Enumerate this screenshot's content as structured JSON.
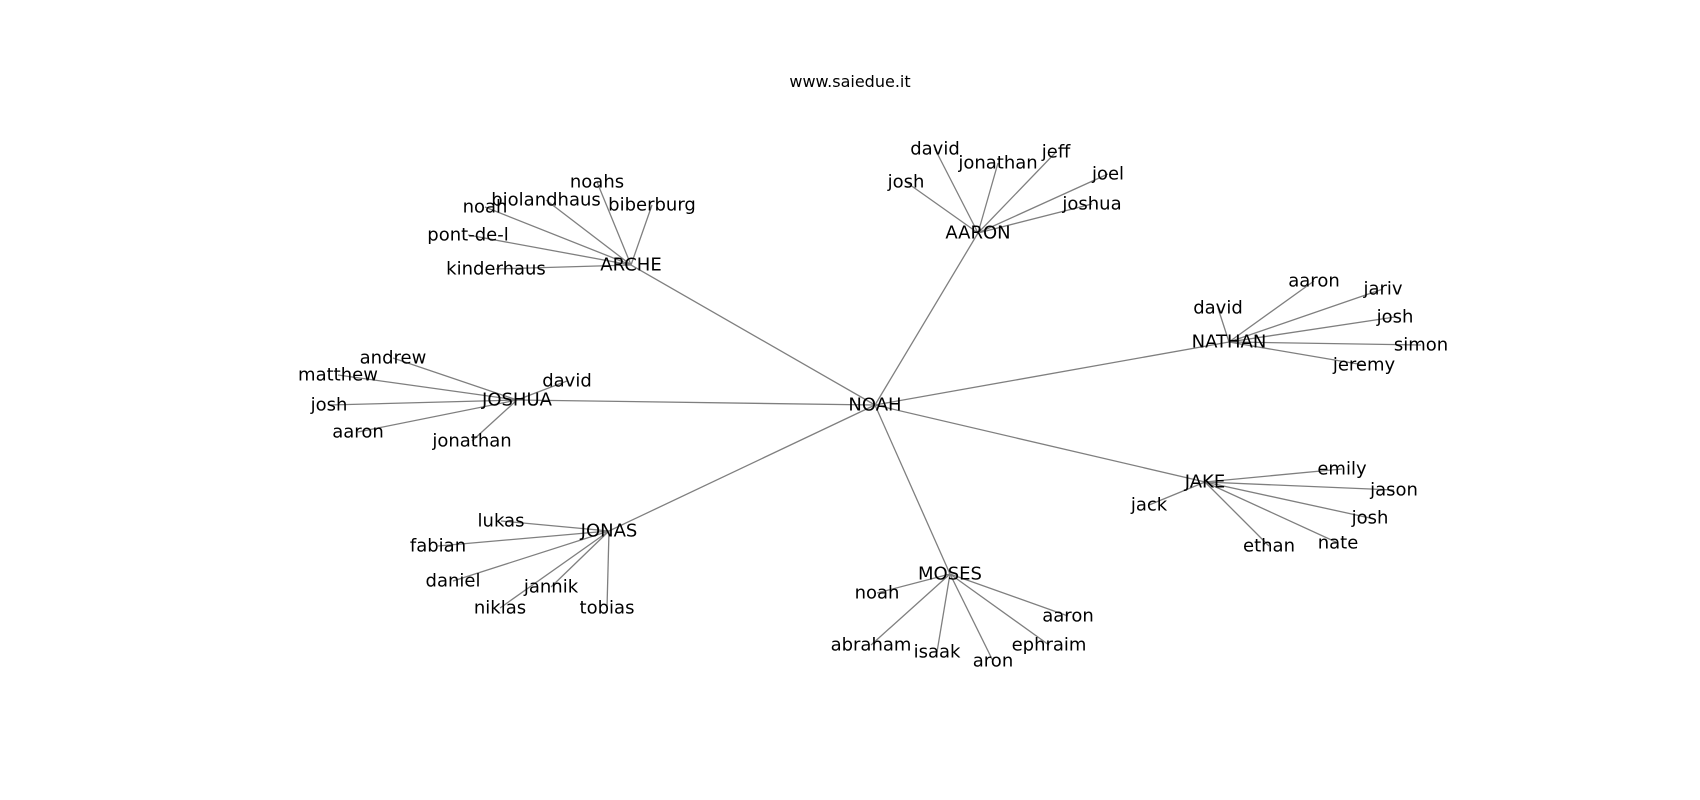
{
  "title": "www.saiedue.it",
  "root": "NOAH",
  "colors": {
    "edge": "#7f7f7f",
    "text": "#000000",
    "background": "#ffffff"
  },
  "groups": [
    {
      "hub": "ARCHE",
      "leaves": [
        "noahs",
        "biolandhaus",
        "biberburg",
        "noah",
        "pont-de-l",
        "kinderhaus"
      ]
    },
    {
      "hub": "AARON",
      "leaves": [
        "david",
        "jonathan",
        "jeff",
        "josh",
        "joel",
        "joshua"
      ]
    },
    {
      "hub": "NATHAN",
      "leaves": [
        "aaron",
        "jariv",
        "josh",
        "david",
        "simon",
        "jeremy"
      ]
    },
    {
      "hub": "JOSHUA",
      "leaves": [
        "andrew",
        "matthew",
        "david",
        "josh",
        "aaron",
        "jonathan"
      ]
    },
    {
      "hub": "JAKE",
      "leaves": [
        "emily",
        "jason",
        "jack",
        "josh",
        "ethan",
        "nate"
      ]
    },
    {
      "hub": "JONAS",
      "leaves": [
        "lukas",
        "fabian",
        "daniel",
        "jannik",
        "niklas",
        "tobias"
      ]
    },
    {
      "hub": "MOSES",
      "leaves": [
        "noah",
        "aaron",
        "ephraim",
        "abraham",
        "isaak",
        "aron"
      ]
    }
  ]
}
